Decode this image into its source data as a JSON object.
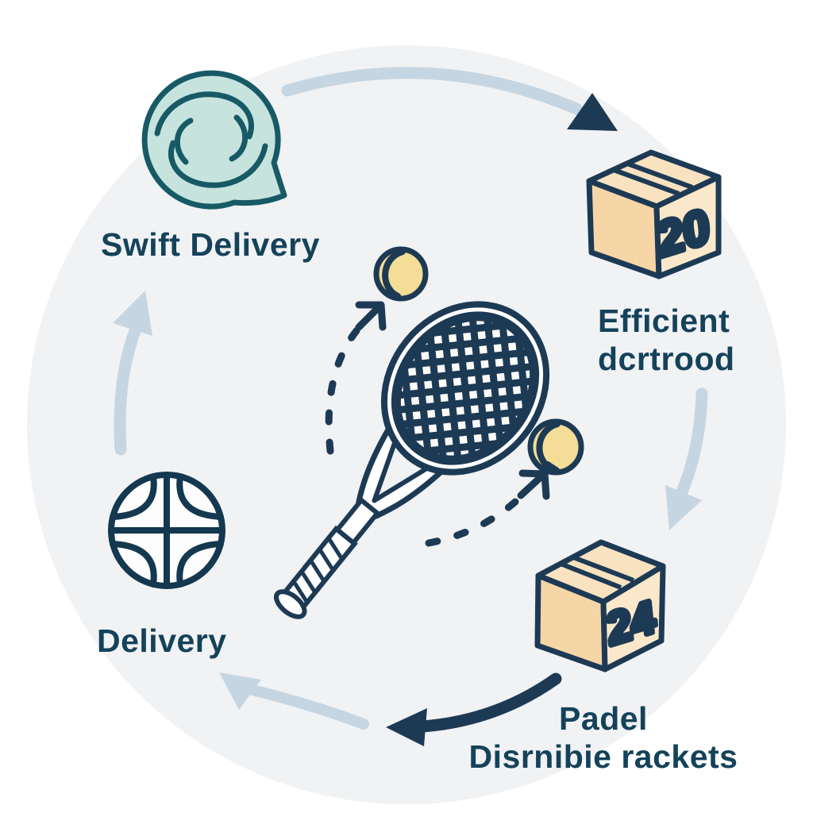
{
  "palette": {
    "navy": "#1d3a55",
    "text_navy": "#14425a",
    "light_blue_arrow": "#c5d6e2",
    "teal_bubble_fill": "#c7e3dd",
    "teal_bubble_stroke": "#175a66",
    "box_top": "#f9e2bf",
    "box_left": "#f6d5a7",
    "box_right": "#fbe8ca",
    "ball_yellow": "#f3dd97",
    "background_circle": "#f1f2f4",
    "white": "#ffffff"
  },
  "labels": {
    "step_top_left": "Swift Delivery",
    "step_right_line1": "Efficient",
    "step_right_line2": "dcrtrood",
    "step_left": "Delivery",
    "step_bottom_line1": "Padel",
    "step_bottom_line2": "Disrnibie rackets",
    "box_top_right_number": "20",
    "box_bottom_right_number": "24"
  }
}
